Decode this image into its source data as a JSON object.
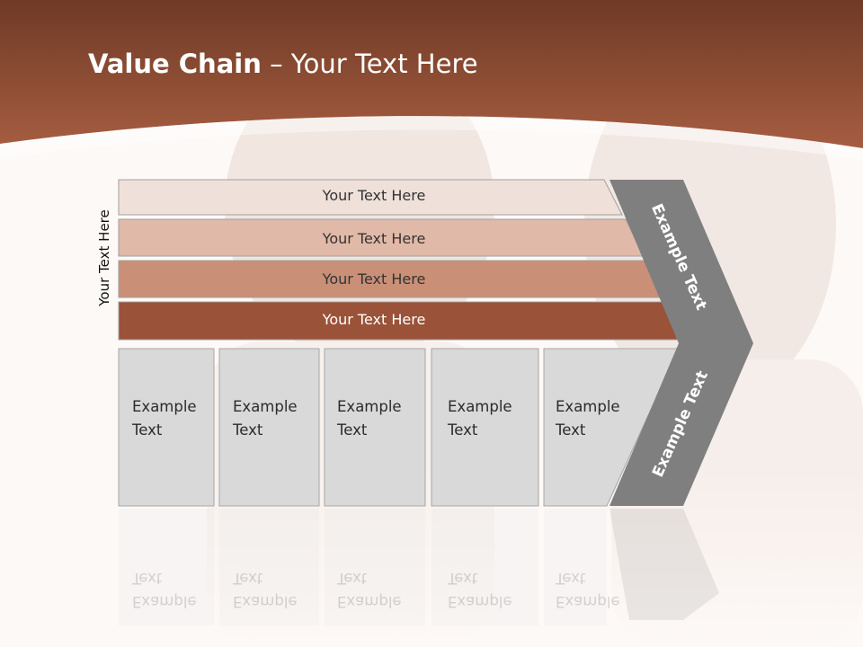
{
  "slide": {
    "title_bold": "Value Chain",
    "title_rest": " – Your Text Here",
    "vertical_label": "Your Text Here",
    "bands": [
      "Your Text Here",
      "Your Text Here",
      "Your Text Here",
      "Your Text Here"
    ],
    "boxes": [
      "Example\nText",
      "Example\nText",
      "Example\nText",
      "Example\nText",
      "Example\nText"
    ],
    "arrow_upper": "Example Text",
    "arrow_lower": "Example Text"
  },
  "colors": {
    "header": "#8a4b33",
    "band_1": "#efe0da",
    "band_2": "#e1b9a8",
    "band_3": "#c98f77",
    "band_4": "#9a5238",
    "box": "#d9d9d9",
    "arrow": "#7f7f7f"
  }
}
